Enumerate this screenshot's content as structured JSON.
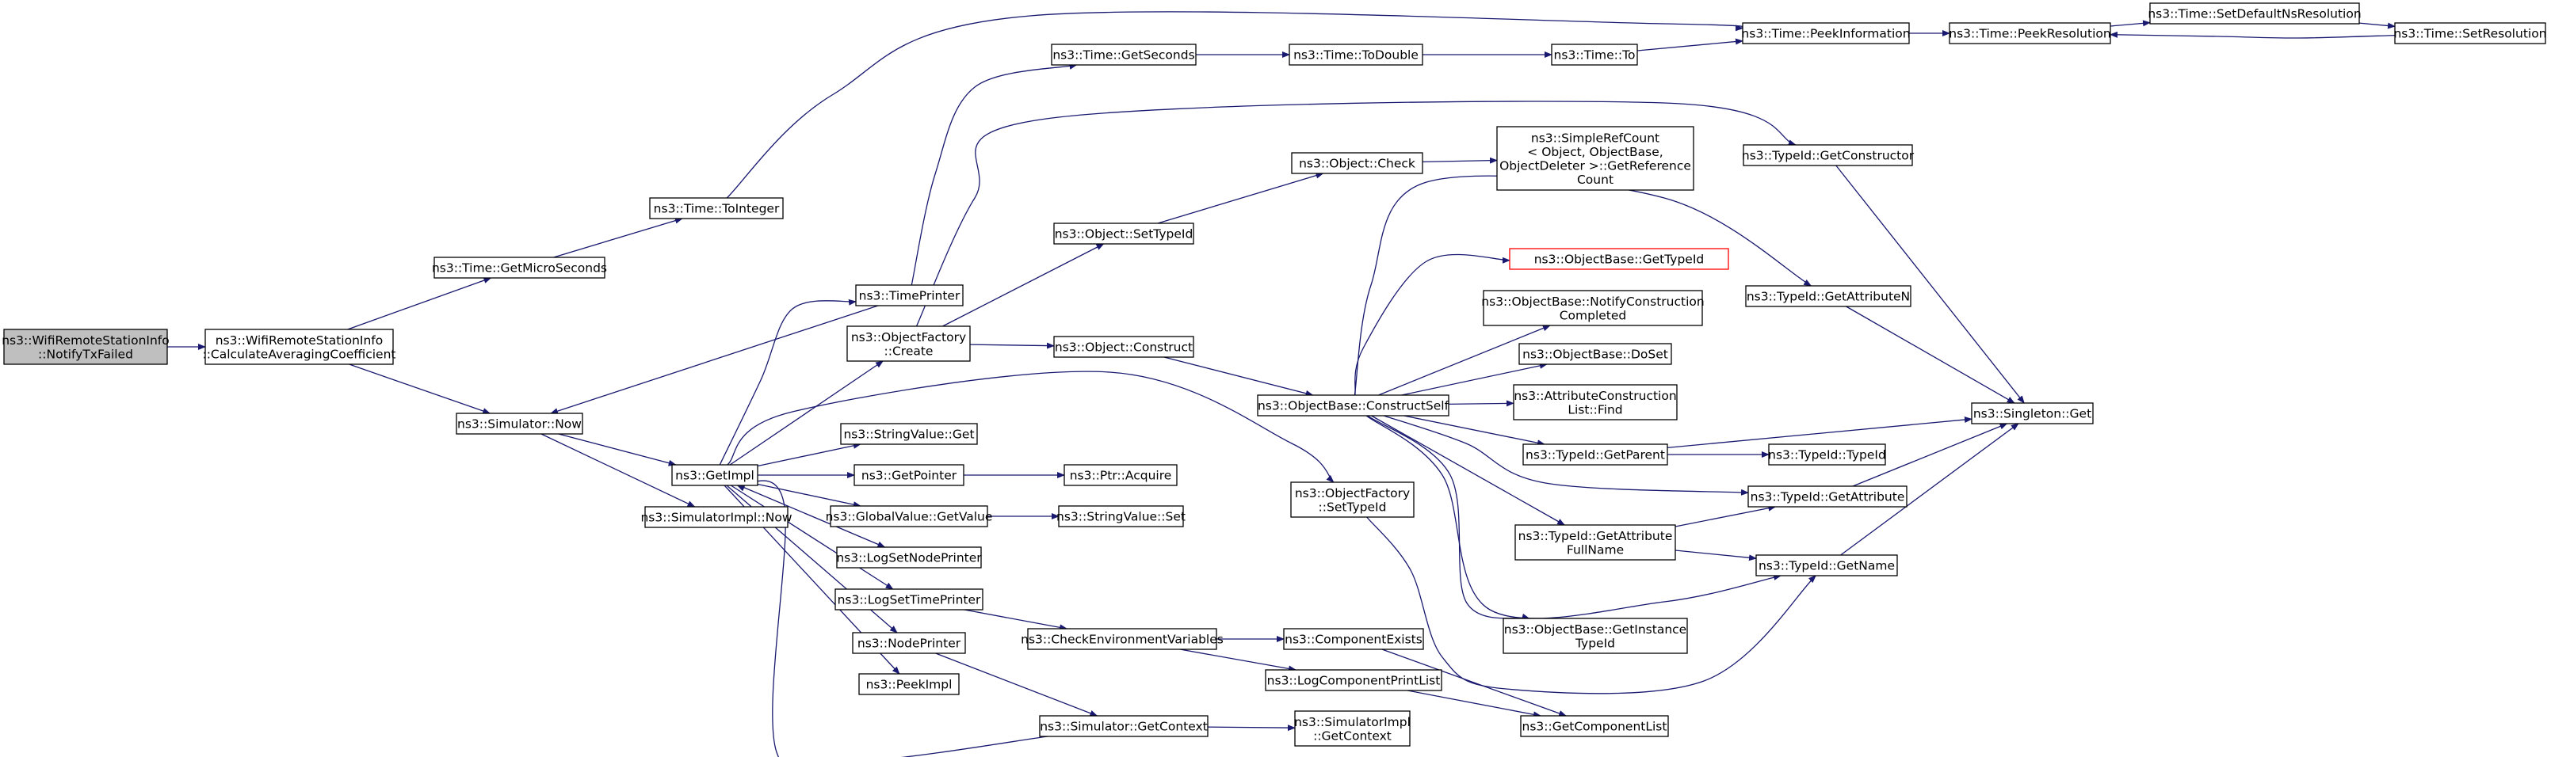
{
  "colors": {
    "edge": "#191970",
    "node_border": "#000000",
    "highlight_border": "#ff0000",
    "root_fill": "#bfbfbf",
    "node_fill": "#ffffff"
  },
  "nodes": {
    "notifytxfailed": [
      "ns3::WifiRemoteStationInfo",
      "::NotifyTxFailed"
    ],
    "calcavg": [
      "ns3::WifiRemoteStationInfo",
      "::CalculateAveragingCoefficient"
    ],
    "getmicroseconds": [
      "ns3::Time::GetMicroSeconds"
    ],
    "simnow": [
      "ns3::Simulator::Now"
    ],
    "tointeger": [
      "ns3::Time::ToInteger"
    ],
    "peekinformation": [
      "ns3::Time::PeekInformation"
    ],
    "peekresolution": [
      "ns3::Time::PeekResolution"
    ],
    "setdefaultnsres": [
      "ns3::Time::SetDefaultNsResolution"
    ],
    "setresolution": [
      "ns3::Time::SetResolution"
    ],
    "getimpl": [
      "ns3::GetImpl"
    ],
    "simimplnow": [
      "ns3::SimulatorImpl::Now"
    ],
    "timeprinter": [
      "ns3::TimePrinter"
    ],
    "objfactorycreate": [
      "ns3::ObjectFactory",
      "::Create"
    ],
    "stringvalueget": [
      "ns3::StringValue::Get"
    ],
    "getpointer": [
      "ns3::GetPointer"
    ],
    "ptracquire": [
      "ns3::Ptr::Acquire"
    ],
    "globalvaluegetvalue": [
      "ns3::GlobalValue::GetValue"
    ],
    "stringvalueset": [
      "ns3::StringValue::Set"
    ],
    "logsetnodeprinter": [
      "ns3::LogSetNodePrinter"
    ],
    "logsettimeprinter": [
      "ns3::LogSetTimePrinter"
    ],
    "checkenv": [
      "ns3::CheckEnvironmentVariables"
    ],
    "nodeprinter": [
      "ns3::NodePrinter"
    ],
    "peekimpl": [
      "ns3::PeekImpl"
    ],
    "simgetcontext": [
      "ns3::Simulator::GetContext"
    ],
    "simimplgetcontext": [
      "ns3::SimulatorImpl",
      "::GetContext"
    ],
    "componentexists": [
      "ns3::ComponentExists"
    ],
    "logcomponentprintlist": [
      "ns3::LogComponentPrintList"
    ],
    "getcomponentlist": [
      "ns3::GetComponentList"
    ],
    "timegetseconds": [
      "ns3::Time::GetSeconds"
    ],
    "timetodouble": [
      "ns3::Time::ToDouble"
    ],
    "timeto": [
      "ns3::Time::To"
    ],
    "objectsettypeid": [
      "ns3::Object::SetTypeId"
    ],
    "objectcheck": [
      "ns3::Object::Check"
    ],
    "simplerefcount": [
      "ns3::SimpleRefCount",
      "< Object, ObjectBase,",
      "ObjectDeleter >::GetReference",
      "Count"
    ],
    "objectconstruct": [
      "ns3::Object::Construct"
    ],
    "constructself": [
      "ns3::ObjectBase::ConstructSelf"
    ],
    "objfactorysettypeid": [
      "ns3::ObjectFactory",
      "::SetTypeId"
    ],
    "objectbasegettypeid": [
      "ns3::ObjectBase::GetTypeId"
    ],
    "notifyconstruction": [
      "ns3::ObjectBase::NotifyConstruction",
      "Completed"
    ],
    "doset": [
      "ns3::ObjectBase::DoSet"
    ],
    "attrconstructionfind": [
      "ns3::AttributeConstruction",
      "List::Find"
    ],
    "typeidgetparent": [
      "ns3::TypeId::GetParent"
    ],
    "typeidgetattrfullname": [
      "ns3::TypeId::GetAttribute",
      "FullName"
    ],
    "getinstancetypeid": [
      "ns3::ObjectBase::GetInstance",
      "TypeId"
    ],
    "typeidgetconstructor": [
      "ns3::TypeId::GetConstructor"
    ],
    "typeidgetattributen": [
      "ns3::TypeId::GetAttributeN"
    ],
    "typeidtypeid": [
      "ns3::TypeId::TypeId"
    ],
    "typeidgetattribute": [
      "ns3::TypeId::GetAttribute"
    ],
    "typeidgetname": [
      "ns3::TypeId::GetName"
    ],
    "singletonget": [
      "ns3::Singleton::Get"
    ]
  }
}
